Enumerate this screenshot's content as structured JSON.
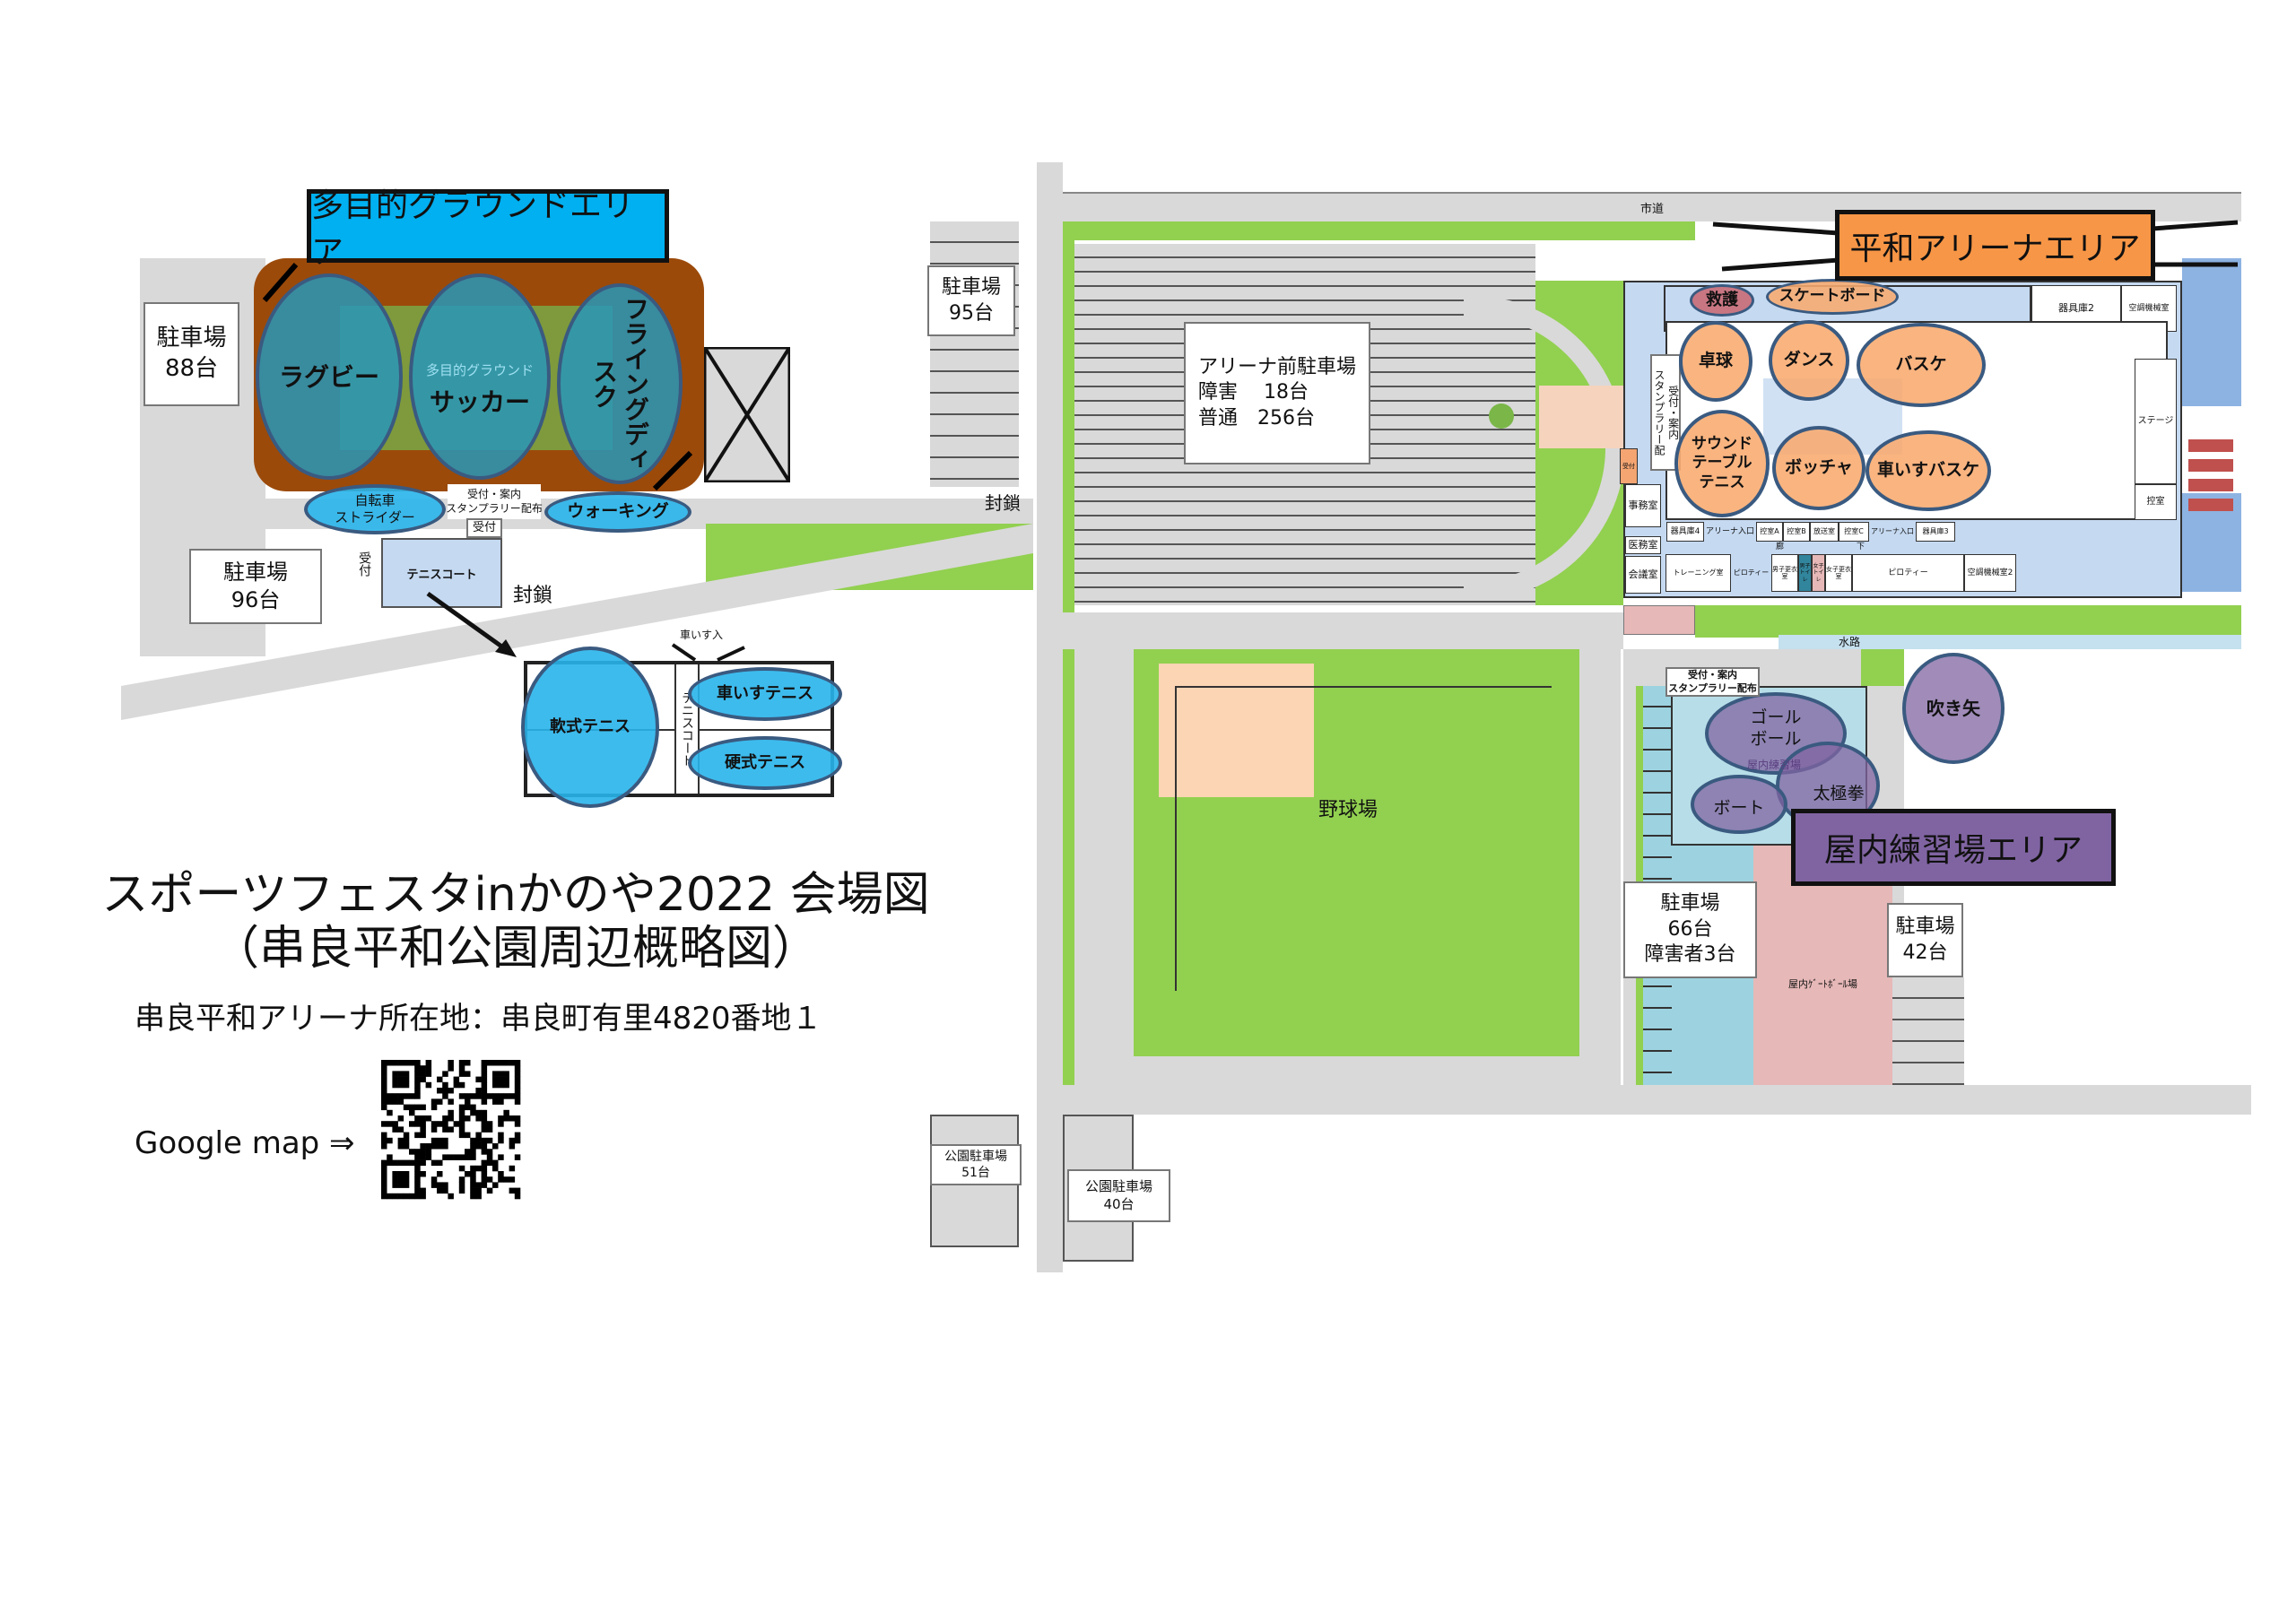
{
  "ground": {
    "area_title": "多目的グラウンドエリア",
    "field_label": "多目的グラウンド",
    "events": {
      "rugby": "ラグビー",
      "soccer": "サッカー",
      "disc": "フライングディスク",
      "strider": "自転車\nストライダー",
      "walking": "ウォーキング"
    },
    "reception_guide": "受付・案内\nスタンプラリー配布",
    "reception": "受付",
    "tennis_court_small": "テニスコート",
    "closed": "封鎖",
    "parking_88": "駐車場\n88台",
    "parking_96": "駐車場\n96台"
  },
  "tennis": {
    "wheelchair_entrance": "車いす入",
    "court_label": "テニスコート",
    "soft": "軟式テニス",
    "wheelchair": "車いすテニス",
    "hard": "硬式テニス"
  },
  "info": {
    "title_line1": "スポーツフェスタinかのや2022 会場図",
    "title_line2": "（串良平和公園周辺概略図）",
    "address": "串良平和アリーナ所在地：串良町有里4820番地１",
    "google_map": "Google map ⇒"
  },
  "center": {
    "city_road": "市道",
    "parking_95": "駐車場\n95台",
    "closed": "封鎖",
    "arena_parking": "アリーナ前駐車場\n障害　 18台\n普通　256台",
    "baseball": "野球場",
    "park_parking_51": "公園駐車場\n51台",
    "park_parking_40": "公園駐車場\n40台",
    "waterway": "水路"
  },
  "arena": {
    "area_title": "平和アリーナエリア",
    "events": {
      "first_aid": "救護",
      "skate": "スケートボード",
      "table_tennis": "卓球",
      "dance": "ダンス",
      "basket": "バスケ",
      "sound_tt": "サウンド\nテーブル\nテニス",
      "boccia": "ボッチャ",
      "wc_basket": "車いすバスケ"
    },
    "reception": "受付・案内\nスタンプラリー配",
    "reception_small": "受付",
    "rooms_left": [
      "事務室",
      "医務室",
      "会議室"
    ],
    "rooms_mid": [
      "器具庫4",
      "アリーナ入口",
      "控室A",
      "控室B",
      "放送室",
      "控室C",
      "アリーナ入口",
      "器具庫3"
    ],
    "rooms_bottom": [
      "トレーニング室",
      "ピロティー",
      "男子更衣室",
      "男子トイレ",
      "女子トイレ",
      "女子更衣室",
      "ピロティー",
      "空調機械室2"
    ],
    "rooms_top": [
      "器具庫2",
      "空調機械室",
      "ステージ",
      "控室"
    ],
    "corridor": "廊　　　　　　　　　下"
  },
  "indoor": {
    "area_title": "屋内練習場エリア",
    "reception": "受付・案内\nスタンプラリー配布",
    "events": {
      "goalball": "ゴール\nボール",
      "taichi": "太極拳",
      "boat": "ボート",
      "fukiya": "吹き矢"
    },
    "facility": "屋内練習場",
    "gateball": "屋内ｹﾞｰﾄﾎﾞｰﾙ場",
    "parking_66": "駐車場\n66台\n障害者3台",
    "parking_42": "駐車場\n42台"
  },
  "colors": {
    "ground_title": "#00b0f0",
    "arena_title": "#f79646",
    "indoor_title": "#8064a2"
  }
}
